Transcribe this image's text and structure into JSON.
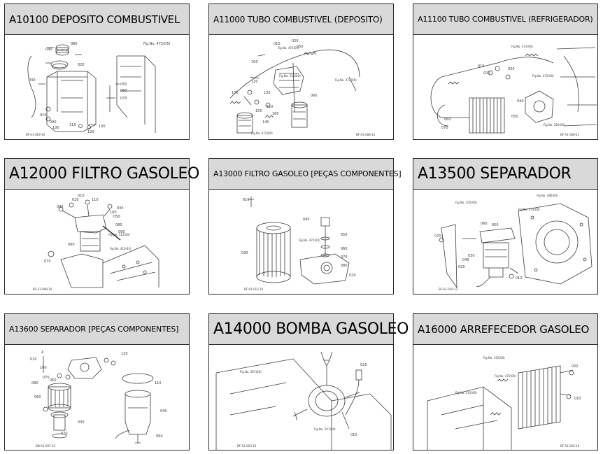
{
  "cards": [
    {
      "title": "A10100 DEPOSITO COMBUSTIVEL",
      "labels": [
        "080",
        "040",
        "020",
        "030",
        "010",
        "050",
        "060",
        "070",
        "090",
        "100",
        "110",
        "120",
        "130",
        "Fig.No. 472(05)"
      ],
      "footer": "BF-A1-009-10"
    },
    {
      "title": "A11000 TUBO COMBUSTIVEL (DEPOSITO)",
      "labels": [
        "010",
        "020",
        "050",
        "060",
        "100",
        "110",
        "120",
        "130",
        "140",
        "150",
        "160",
        "170",
        "Fig.No. 472(00)",
        "Fig.No. 520(00)",
        "Fig.No. 472(00)",
        "Fig.No. 472(00)"
      ],
      "footer": "BF-A1-008-11"
    },
    {
      "title": "A11100 TUBO COMBUSTIVEL (REFRIGERADOR)",
      "labels": [
        "010",
        "020",
        "030",
        "040",
        "050",
        "060",
        "070",
        "Fig.No. 472(00)",
        "Fig.No. 472(00)",
        "Fig.No. 520(00)"
      ],
      "footer": "BF-A1-008-11"
    },
    {
      "title": "A12000 FILTRO GASOLEO",
      "labels": [
        "010",
        "020",
        "030",
        "040",
        "050",
        "060",
        "070",
        "080",
        "090",
        "100",
        "110",
        "Fig.No. 410(40)",
        "Fig.No. 512(00)"
      ],
      "footer": "BF-A1-008-10"
    },
    {
      "title": "A13000 FILTRO GASOLEO [PEÇAS COMPONENTES]",
      "labels": [
        "010",
        "020",
        "030",
        "040",
        "050",
        "060",
        "070",
        "080",
        "Fig.No. 472(00)"
      ],
      "footer": "BF-A1-013-10"
    },
    {
      "title": "A13500 SEPARADOR",
      "labels": [
        "010",
        "020",
        "030",
        "040",
        "050",
        "060",
        "070",
        "Fig.No. 205(00)",
        "Fig.No. 475(00)",
        "Fig.No. 480(00)"
      ],
      "footer": "BF-A1-019-11"
    },
    {
      "title": "A13600 SEPARADOR [PEÇAS COMPONENTES]",
      "labels": [
        "010",
        "020",
        "030",
        "040",
        "050",
        "060",
        "070",
        "080",
        "090",
        "100",
        "110",
        "120",
        "A"
      ],
      "footer": "BD-A1-007-10"
    },
    {
      "title": "A14000 BOMBA GASOLEO",
      "labels": [
        "010",
        "020",
        "Fig.No. 507(00)",
        "Fig.No. 507(00)"
      ],
      "footer": "BF-A1-020-10"
    },
    {
      "title": "A16000 ARREFECEDOR GASOLEO",
      "labels": [
        "010",
        "020",
        "Fig.No. 472(00)",
        "Fig.No. 472(00)",
        "Fig.No. 472(00)"
      ],
      "footer": "BF-A1-020-10"
    }
  ],
  "colors": {
    "header_bg": "#d9d9d9",
    "border": "#2a2a2a",
    "line": "#3a3a3a"
  }
}
